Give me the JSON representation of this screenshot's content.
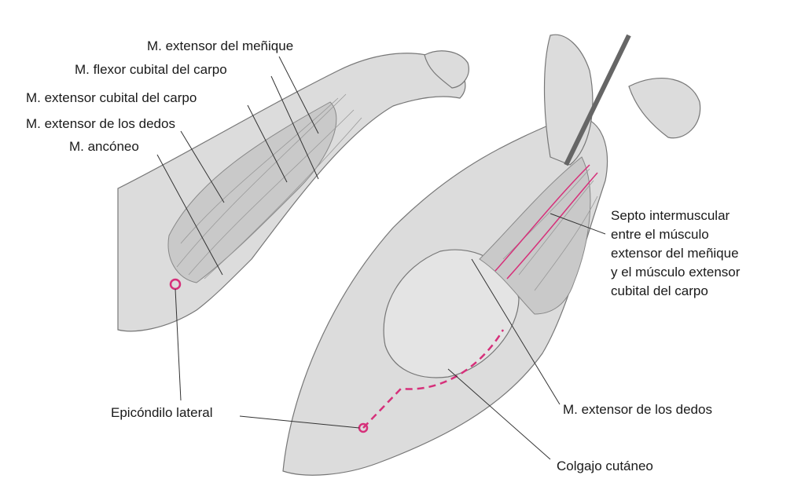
{
  "left_figure": {
    "labels": {
      "extensor_menique": "M. extensor del meñique",
      "flexor_cubital": "M. flexor cubital del carpo",
      "extensor_cubital": "M. extensor cubital del carpo",
      "extensor_dedos": "M. extensor de los dedos",
      "anconeo": "M. ancóneo"
    }
  },
  "right_figure": {
    "septo_lines": [
      "Septo intermuscular",
      "entre el músculo",
      "extensor del meñique",
      "y el músculo extensor",
      "cubital del carpo"
    ],
    "extensor_dedos": "M. extensor de los dedos",
    "colgajo": "Colgajo cutáneo"
  },
  "epicondilo": "Epicóndilo lateral",
  "colors": {
    "incision": "#d6307a",
    "skin": "#dcdcdc"
  }
}
